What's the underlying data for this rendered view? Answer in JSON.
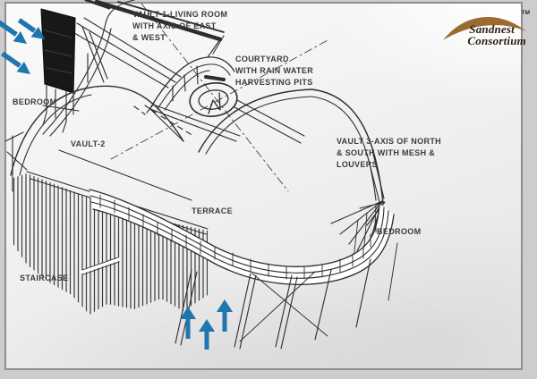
{
  "branding": {
    "name_line1": "Sandnest",
    "name_line2": "Consortium",
    "trademark": "TM",
    "swoosh_color": "#9a6a2e"
  },
  "colors": {
    "ink": "#2d2d2d",
    "label_text": "#3b3b3b",
    "arrow_blue": "#1d76ad",
    "mesh_panel": "#181818",
    "sheet_border": "#8e8e8e"
  },
  "labels": {
    "vault1": "VAULT-1-LIVING ROOM\nWITH AXIS OF EAST\n& WEST",
    "courtyard": "COURTYARD\nWITH RAIN WATER\nHARVESTING PITS",
    "bedroom_left": "BEDROOM",
    "vault2": "VAULT-2",
    "vault3": "VAULT 3-AXIS OF  NORTH\n& SOUTH WITH MESH &\nLOUVERS",
    "terrace": "TERRACE",
    "bedroom_right": "BEDROOM",
    "staircase": "STAIRCASE"
  }
}
